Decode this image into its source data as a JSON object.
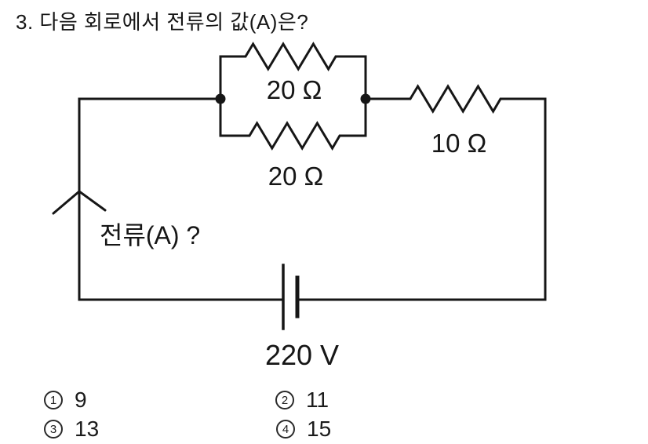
{
  "question": {
    "title": "3. 다음 회로에서 전류의 값(A)은?"
  },
  "circuit": {
    "labels": {
      "parallel_top_resistor": "20 Ω",
      "parallel_bottom_resistor": "20 Ω",
      "series_resistor": "10 Ω",
      "battery_voltage": "220 V",
      "current_question": "전류(A) ?"
    }
  },
  "options": [
    {
      "marker": "1",
      "value": "9"
    },
    {
      "marker": "2",
      "value": "11"
    },
    {
      "marker": "3",
      "value": "13"
    },
    {
      "marker": "4",
      "value": "15"
    }
  ],
  "colors": {
    "ink": "#161616",
    "background": "#ffffff"
  }
}
